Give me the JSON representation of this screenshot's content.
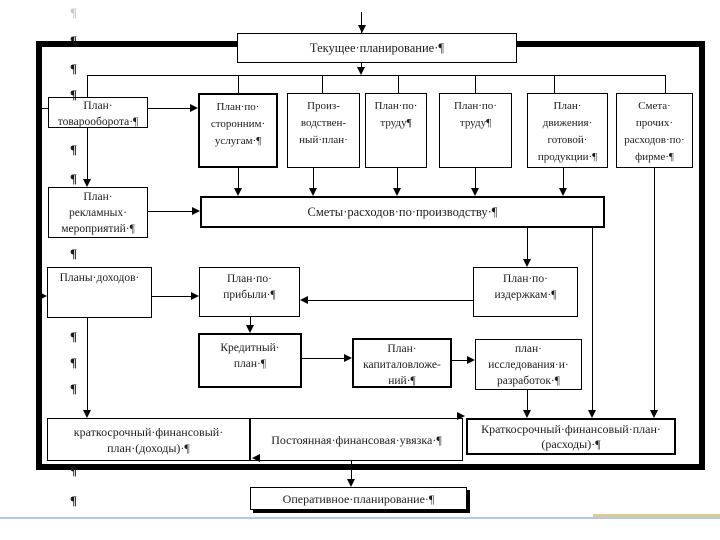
{
  "marks": {
    "pilcrow": "¶"
  },
  "colors": {
    "diagram_line": "#000000",
    "box_fill": "#ffffff",
    "text": "#1c1c1c",
    "bottom_line_blue": "#b7c6e4",
    "bottom_line_tan": "#ddcc8f"
  },
  "boxes": {
    "current_planning": "Текущее·планирование·¶",
    "turnover": "План·\nтоварооборота·¶",
    "third_party_services": "План·по·\nсторонним·\nуслугам·¶",
    "production": "Произ-\nводствен-\nный·план·",
    "labor1": "План·по·\nтруду¶",
    "labor2": "План·по·\nтруду¶",
    "goods_movement": "План·\nдвижения·\nготовой·\nпродукции·¶",
    "other_firm_expenses": "Смета·\nпрочих·\nрасходов·по·\nфирме·¶",
    "advertising": "План·\nрекламных·\nмероприятий·¶",
    "production_cost_estimates": "Сметы·расходов·по·производству·¶",
    "income_plans": "Планы·доходов·",
    "profit": "План·по·\nприбыли·¶",
    "costs": "План·по·\nиздержкам·¶",
    "credit": "Кредитный·\nплан·¶",
    "capital_investments": "План·\nкапиталовложе-\nний·¶",
    "research_development": "план·\nисследования·и·\nразработок·¶",
    "short_term_income": "краткосрочный·финансовый·\nплан·(доходы)·¶",
    "financial_linkage": "Постоянная·финансовая·увязка·¶",
    "short_term_expenses": "Краткосрочный·финансовый·план·\n(расходы)·¶",
    "operational_planning": "Оперативное·планирование·¶"
  }
}
